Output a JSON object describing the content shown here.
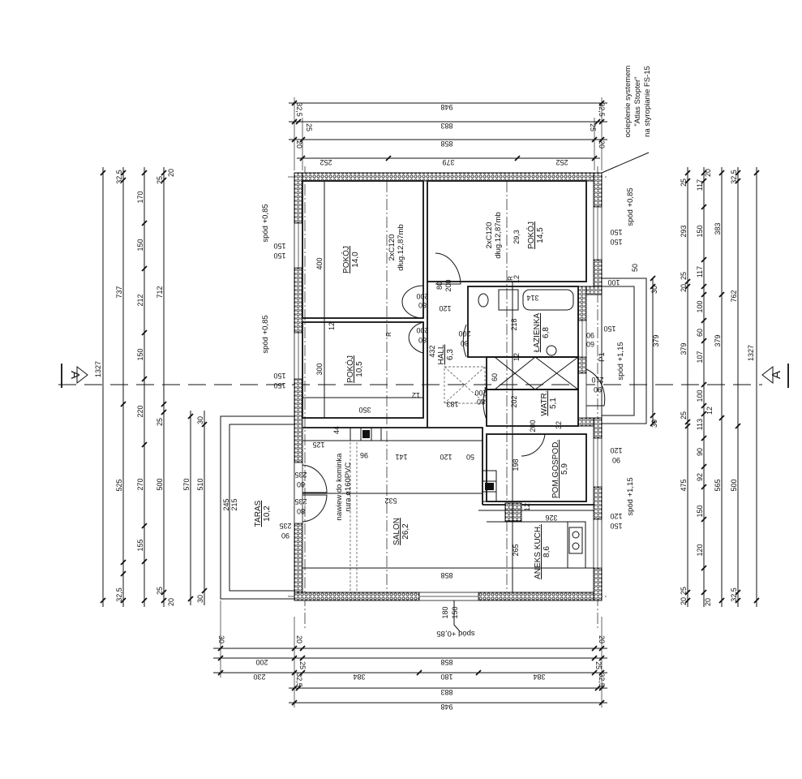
{
  "rooms": [
    {
      "name": "POKÓJ",
      "area": "14,0"
    },
    {
      "name": "POKÓJ",
      "area": "14,5"
    },
    {
      "name": "POKÓJ",
      "area": "10,5"
    },
    {
      "name": "HALL",
      "area": "6,3"
    },
    {
      "name": "ŁAZIENKA",
      "area": "6,8"
    },
    {
      "name": "WATR.",
      "area": "5,1"
    },
    {
      "name": "POM.GOSPOD.",
      "area": "5,9"
    },
    {
      "name": "ANEKS KUCH.",
      "area": "8,6"
    },
    {
      "name": "SALON",
      "area": "26,2"
    },
    {
      "name": "TARAS",
      "area": "10,2"
    }
  ],
  "beams": [
    {
      "profile": "2xC120",
      "length": "dług.12,87mb"
    },
    {
      "profile": "2xC120",
      "length": "dług.12,87mb"
    }
  ],
  "notes": {
    "insulation": [
      "ocieplenie systemem",
      "\"Atlas Stopter\"",
      "na styropianie FS-15"
    ],
    "chimney": [
      "nawiew do kominka",
      "rura ø160PVC"
    ]
  },
  "sills": {
    "left_upper": "spód +0,85",
    "left_lower": "spód +0,85",
    "right_upper": "spód +0,85",
    "right_p1": "spód +1,15",
    "right_pom": "spód +1,15",
    "bottom": "spód +0,85"
  },
  "marks": {
    "section": "A",
    "window_p1": "P1",
    "r": "R"
  },
  "dims": {
    "top": [
      "948",
      "32,5",
      "32,5",
      "883",
      "25",
      "25",
      "858",
      "20",
      "20",
      "252",
      "379",
      "252"
    ],
    "bottom": [
      "30",
      "20",
      "20",
      "200",
      "858",
      "230",
      "25",
      "384",
      "180",
      "384",
      "25",
      "32,5",
      "883",
      "32,5",
      "948"
    ],
    "left": [
      "1327",
      "737",
      "525",
      "32,5",
      "32,5",
      "170",
      "150",
      "212",
      "150",
      "220",
      "270",
      "155",
      "712",
      "500",
      "25",
      "20",
      "25",
      "25",
      "20",
      "570",
      "510",
      "30",
      "30"
    ],
    "right": [
      "293",
      "379",
      "475",
      "25",
      "25",
      "25",
      "25",
      "20",
      "20",
      "117",
      "150",
      "117",
      "100",
      "60",
      "107",
      "100",
      "12",
      "113",
      "90",
      "92",
      "150",
      "120",
      "383",
      "379",
      "565",
      "762",
      "1327",
      "500",
      "32,5",
      "32,5",
      "20",
      "20"
    ],
    "openings": [
      "150",
      "150",
      "150",
      "150",
      "235",
      "80",
      "235",
      "80",
      "90",
      "235",
      "245",
      "215",
      "150",
      "150",
      "100",
      "50",
      "150",
      "90",
      "60",
      "379",
      "30",
      "30",
      "210",
      "90",
      "120",
      "90",
      "120",
      "150",
      "180",
      "150"
    ],
    "interior": [
      "400",
      "12",
      "300",
      "350",
      "12",
      "432",
      "183",
      "200",
      "80",
      "200",
      "80",
      "200",
      "80",
      "80",
      "200",
      "120",
      "218",
      "12",
      "60",
      "202",
      "200",
      "80",
      "314",
      "29,3",
      "12",
      "125",
      "44",
      "96",
      "141",
      "120",
      "50",
      "532",
      "858",
      "198",
      "12",
      "326",
      "265",
      "200",
      "32"
    ]
  }
}
